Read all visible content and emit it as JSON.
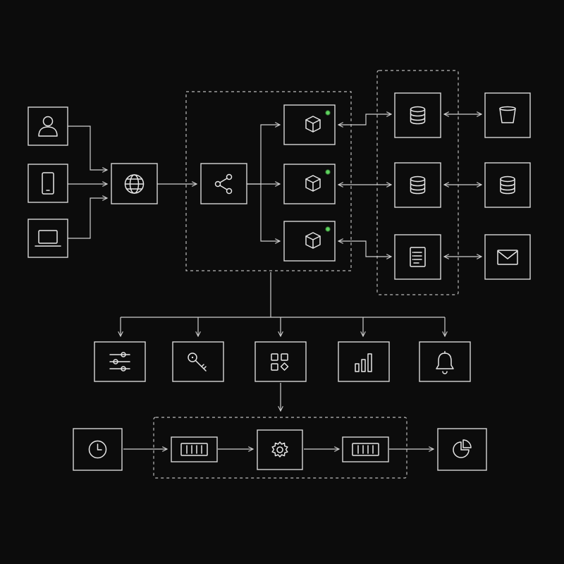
{
  "colors": {
    "background": "#0c0c0c",
    "stroke": "#d8d8d8",
    "status_active": "#5fd35f"
  },
  "nodes": {
    "clients": [
      "user-icon",
      "mobile-icon",
      "laptop-icon"
    ],
    "gateway": "globe-icon",
    "router": "share-icon",
    "services": [
      {
        "icon": "cube-icon",
        "status": "active"
      },
      {
        "icon": "cube-icon",
        "status": "active"
      },
      {
        "icon": "cube-icon",
        "status": "active"
      }
    ],
    "data_layer": [
      "database-icon",
      "database-icon",
      "document-list-icon"
    ],
    "external": [
      "bucket-icon",
      "database-icon",
      "mail-icon"
    ],
    "platform": [
      "sliders-icon",
      "key-icon",
      "apps-grid-icon",
      "bar-chart-icon",
      "bell-icon"
    ],
    "pipeline": [
      "clock-icon",
      "queue-icon",
      "gear-icon",
      "queue-icon",
      "pie-chart-icon"
    ]
  }
}
